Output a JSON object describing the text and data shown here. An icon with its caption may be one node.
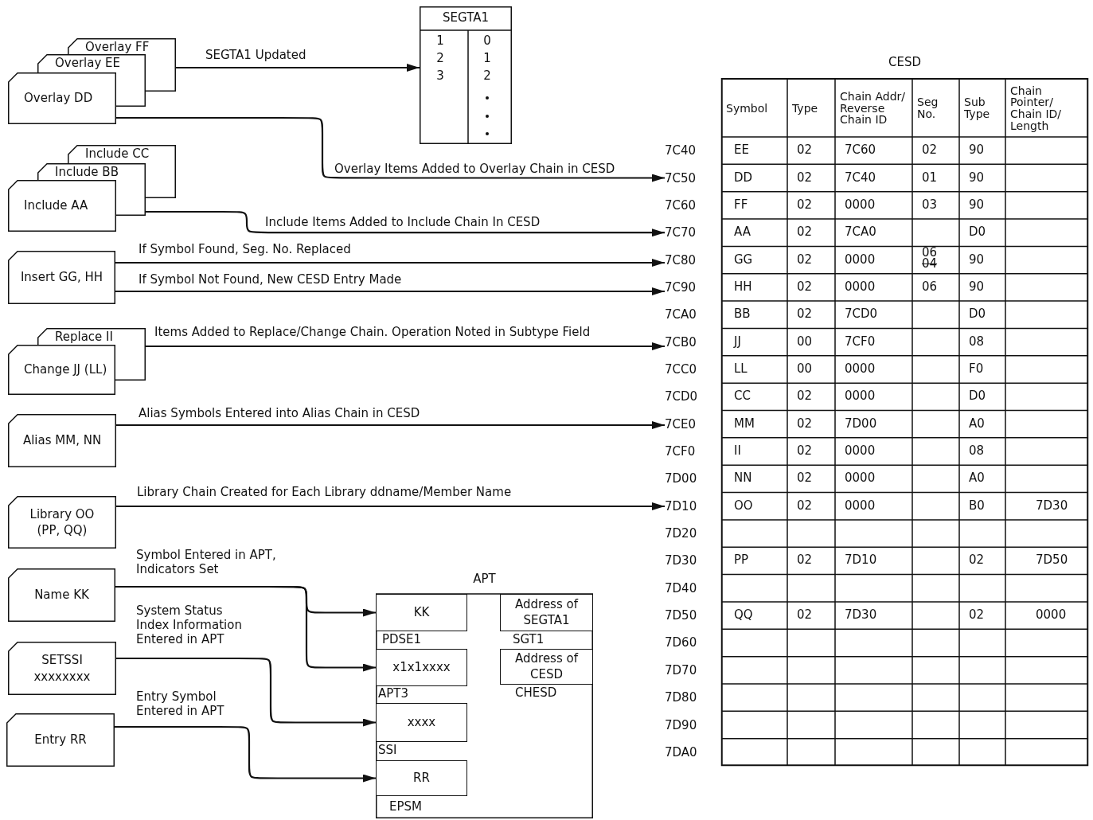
{
  "diagram": {
    "nodes": [
      {
        "text": [
          "Overlay FF"
        ]
      },
      {
        "text": [
          "Overlay EE"
        ]
      },
      {
        "text": [
          "Overlay DD"
        ]
      },
      {
        "text": [
          "SEGTA1"
        ]
      },
      {
        "text": [
          "Include CC"
        ]
      },
      {
        "text": [
          "Include BB"
        ]
      },
      {
        "text": [
          "Include AA"
        ]
      },
      {
        "text": [
          "Insert GG, HH"
        ]
      },
      {
        "text": [
          "Replace II"
        ]
      },
      {
        "text": [
          "Change JJ (LL)"
        ]
      },
      {
        "text": [
          "Alias MM, NN"
        ]
      },
      {
        "text": [
          "Library OO (PP, QQ)"
        ]
      },
      {
        "text": [
          "Name KK"
        ]
      },
      {
        "text": [
          "SETSSI",
          "xxxxxxxx"
        ]
      },
      {
        "text": [
          "Entry RR"
        ]
      },
      {
        "text": [
          "APT"
        ]
      },
      {
        "text": [
          "KK"
        ],
        "in": 15,
        "beside": [
          "PDSE1"
        ]
      },
      {
        "text": [
          "Address of SEGTA1"
        ],
        "in": 15,
        "beside": [
          "SGT1"
        ]
      },
      {
        "text": [
          "x1x1xxxx"
        ],
        "in": 15,
        "beside": [
          "APT3"
        ]
      },
      {
        "text": [
          "Address of CESD"
        ],
        "in": 15,
        "beside": [
          "CHESD"
        ]
      },
      {
        "text": [
          "xxxx"
        ],
        "in": 15,
        "beside": [
          "SSI"
        ]
      },
      {
        "text": [
          "RR"
        ],
        "in": 15,
        "beside": [
          "EPSM"
        ]
      },
      {
        "text": [
          "CESD"
        ]
      },
      {
        "text": [
          "7C40"
        ]
      },
      {
        "text": [
          "7C50"
        ]
      },
      {
        "text": [
          "7C60"
        ]
      },
      {
        "text": [
          "7C70"
        ]
      },
      {
        "text": [
          "7C80"
        ]
      },
      {
        "text": [
          "7C90"
        ]
      },
      {
        "text": [
          "7CA0"
        ]
      },
      {
        "text": [
          "7CB0"
        ]
      },
      {
        "text": [
          "7CC0"
        ]
      },
      {
        "text": [
          "7CD0"
        ]
      },
      {
        "text": [
          "7CE0"
        ]
      },
      {
        "text": [
          "7CF0"
        ]
      },
      {
        "text": [
          "7D00"
        ]
      },
      {
        "text": [
          "7D10"
        ]
      },
      {
        "text": [
          "7D20"
        ]
      },
      {
        "text": [
          "7D30"
        ]
      },
      {
        "text": [
          "7D40"
        ]
      },
      {
        "text": [
          "7D50"
        ]
      },
      {
        "text": [
          "7D60"
        ]
      },
      {
        "text": [
          "7D70"
        ]
      },
      {
        "text": [
          "7D80"
        ]
      },
      {
        "text": [
          "7D90"
        ]
      },
      {
        "text": [
          "7DA0"
        ]
      }
    ],
    "edges": [
      {
        "from": 0,
        "to": 3,
        "arrow": "to",
        "label": "SEGTA1 Updated"
      },
      {
        "from": 2,
        "to": 24,
        "arrow": "to",
        "label": "Overlay Items Added to Overlay Chain in CESD"
      },
      {
        "from": 5,
        "to": 26,
        "arrow": "to",
        "label": "Include Items Added to Include Chain In CESD"
      },
      {
        "from": 7,
        "to": 27,
        "arrow": "to",
        "label": "If Symbol Found, Seg. No. Replaced"
      },
      {
        "from": 7,
        "to": 28,
        "arrow": "to",
        "label": "If Symbol Not Found, New CESD Entry Made"
      },
      {
        "from": 8,
        "to": 30,
        "arrow": "to",
        "label": "Items Added to Replace/Change Chain. Operation Noted in Subtype Field"
      },
      {
        "from": 10,
        "to": 33,
        "arrow": "to",
        "label": "Alias Symbols Entered into Alias Chain in CESD"
      },
      {
        "from": 11,
        "to": 36,
        "arrow": "to",
        "label": "Library Chain Created for Each Library ddname/Member Name"
      },
      {
        "from": 12,
        "to": 16,
        "arrow": "to",
        "label": "Symbol Entered in APT, Indicators Set"
      },
      {
        "from": 12,
        "to": 18,
        "arrow": "to"
      },
      {
        "from": 13,
        "to": 20,
        "arrow": "to",
        "label": "System Status Index Information Entered in APT"
      },
      {
        "from": 14,
        "to": 21,
        "arrow": "to",
        "label": "Entry Symbol Entered in APT"
      }
    ],
    "labels": [
      "1",
      "0",
      "2",
      "1",
      "3",
      "2",
      "Symbol",
      "Type",
      "Chain Addr/ Reverse Chain ID",
      "Seg No.",
      "Sub Type",
      "Chain Pointer/ Chain ID/ Length",
      "EE",
      "02",
      "7C60",
      "02",
      "90",
      "DD",
      "02",
      "7C40",
      "01",
      "90",
      "FF",
      "02",
      "0000",
      "03",
      "90",
      "AA",
      "02",
      "7CA0",
      "D0",
      "GG",
      "02",
      "0000",
      "06",
      "04",
      "90",
      "HH",
      "02",
      "0000",
      "06",
      "90",
      "BB",
      "02",
      "7CD0",
      "D0",
      "JJ",
      "00",
      "7CF0",
      "08",
      "LL",
      "00",
      "0000",
      "F0",
      "CC",
      "02",
      "0000",
      "D0",
      "MM",
      "02",
      "7D00",
      "A0",
      "II",
      "02",
      "0000",
      "08",
      "NN",
      "02",
      "0000",
      "A0",
      "OO",
      "02",
      "0000",
      "B0",
      "7D30",
      "PP",
      "02",
      "7D10",
      "02",
      "7D50",
      "QQ",
      "02",
      "7D30",
      "02",
      "0000"
    ]
  }
}
